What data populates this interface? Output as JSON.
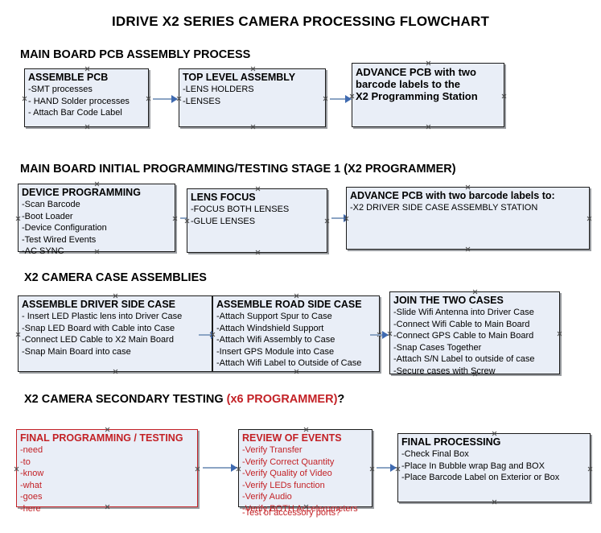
{
  "document": {
    "title": "IDRIVE X2  SERIES CAMERA PROCESSING FLOWCHART",
    "accent_color": "#c32126",
    "box_fill": "#e9eef7",
    "connector_color": "#8ba4c4"
  },
  "sections": [
    {
      "heading": "MAIN BOARD PCB ASSEMBLY PROCESS",
      "heading_accent": "",
      "heading_suffix": ""
    },
    {
      "heading": "MAIN BOARD INITIAL PROGRAMMING/TESTING STAGE 1 (X2 PROGRAMMER)",
      "heading_accent": "",
      "heading_suffix": ""
    },
    {
      "heading": "X2 CAMERA CASE ASSEMBLIES",
      "heading_accent": "",
      "heading_suffix": ""
    },
    {
      "heading": "X2 CAMERA SECONDARY TESTING ",
      "heading_accent": "(x6 PROGRAMMER)",
      "heading_suffix": "?"
    }
  ],
  "boxes": {
    "assemble_pcb": {
      "header": "ASSEMBLE PCB",
      "lines": [
        " -SMT processes",
        "- HAND Solder processes",
        "- Attach Bar Code Label"
      ]
    },
    "top_level_assembly": {
      "header": "TOP LEVEL ASSEMBLY",
      "lines": [
        "-LENS HOLDERS",
        "-LENSES"
      ]
    },
    "advance_pcb_prog_station": {
      "header": "ADVANCE PCB with two",
      "header_line2": "barcode labels to the",
      "header_line3": " X2 Programming Station",
      "lines": []
    },
    "device_programming": {
      "header": "DEVICE PROGRAMMING",
      "lines": [
        "-Scan Barcode",
        "-Boot Loader",
        "-Device Configuration",
        "-Test Wired Events",
        "-AC SYNC"
      ]
    },
    "lens_focus": {
      "header": "LENS FOCUS",
      "lines": [
        "-FOCUS BOTH LENSES",
        "-GLUE LENSES"
      ]
    },
    "advance_pcb_driver_station": {
      "header": "ADVANCE PCB with two barcode labels to:",
      "lines": [
        "-X2 DRIVER  SIDE  CASE  ASSEMBLY STATION"
      ]
    },
    "assemble_driver_side_case": {
      "header": "ASSEMBLE DRIVER SIDE CASE",
      "lines": [
        "- Insert LED Plastic lens into Driver Case",
        "-Snap LED Board with Cable into Case",
        "-Connect LED Cable to X2 Main Board",
        "-Snap Main Board into case"
      ]
    },
    "assemble_road_side_case": {
      "header": "ASSEMBLE ROAD SIDE CASE",
      "lines": [
        "-Attach Support Spur to Case",
        "-Attach Windshield Support",
        "-Attach Wifi Assembly to Case",
        "-Insert GPS Module into Case",
        "-Attach Wifi Label to Outside of Case"
      ]
    },
    "join_the_two_cases": {
      "header": "JOIN THE TWO CASES",
      "lines": [
        "-Slide Wifi Antenna into Driver Case",
        "-Connect Wifi Cable to Main Board",
        "-Connect GPS Cable to Main Board",
        "-Snap Cases Together",
        "-Attach S/N Label to outside of case",
        "-Secure cases with Screw"
      ]
    },
    "final_programming_testing": {
      "header": "FINAL PROGRAMMING / TESTING",
      "lines": [
        "-need",
        "-to",
        "-know",
        "-what",
        "-goes",
        "-here"
      ]
    },
    "review_of_events": {
      "header": "REVIEW OF EVENTS",
      "lines": [
        "-Verify Transfer",
        "-Verify Correct Quantity",
        "-Verify Quality of Video",
        "-Verify LEDs function",
        "-Verify Audio",
        "-Verify BOTH Accelerometers"
      ],
      "overflow_line": "-Test of accessory ports?"
    },
    "final_processing": {
      "header": "FINAL PROCESSING",
      "lines": [
        " -Check Final Box",
        "-Place In Bubble wrap Bag and BOX",
        "-Place Barcode Label on Exterior or Box"
      ]
    }
  }
}
